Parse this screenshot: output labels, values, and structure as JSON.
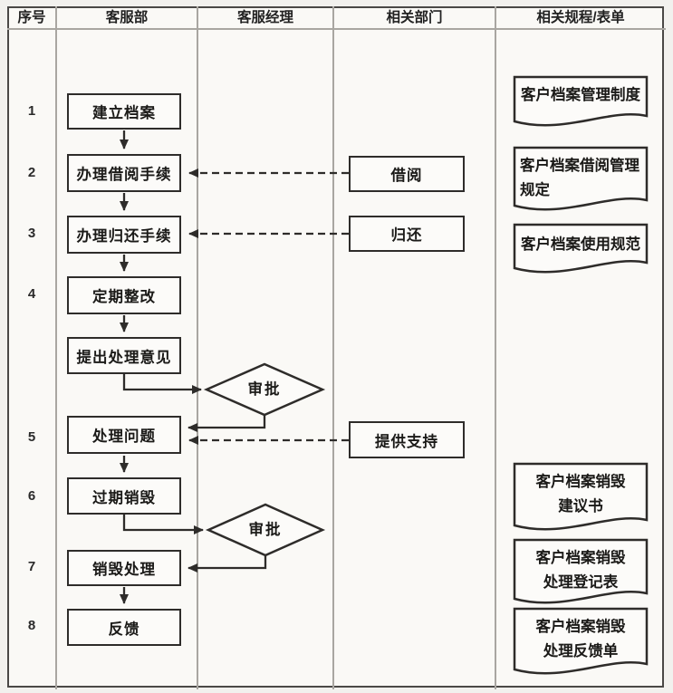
{
  "header": {
    "columns": [
      "序号",
      "客服部",
      "客服经理",
      "相关部门",
      "相关规程/表单"
    ]
  },
  "row_numbers": [
    "1",
    "2",
    "3",
    "4",
    "5",
    "6",
    "7",
    "8"
  ],
  "process": {
    "create_archive": "建立档案",
    "borrow_procedure": "办理借阅手续",
    "return_procedure": "办理归还手续",
    "periodic_rectify": "定期整改",
    "propose_opinion": "提出处理意见",
    "handle_problem": "处理问题",
    "expire_destroy": "过期销毁",
    "destroy_handle": "销毁处理",
    "feedback": "反馈"
  },
  "decisions": {
    "approve_1": "审批",
    "approve_2": "审批"
  },
  "related_dept": {
    "borrow": "借阅",
    "return": "归还",
    "support": "提供支持"
  },
  "documents": [
    {
      "lines": [
        "客户档案管理制度"
      ]
    },
    {
      "lines": [
        "客户档案借阅管理",
        "规定"
      ]
    },
    {
      "lines": [
        "客户档案使用规范"
      ]
    },
    {
      "lines": [
        "客户档案销毁",
        "建议书"
      ]
    },
    {
      "lines": [
        "客户档案销毁",
        "处理登记表"
      ]
    },
    {
      "lines": [
        "客户档案销毁",
        "处理反馈单"
      ]
    }
  ],
  "colors": {
    "flow_line": "#2e2c2a",
    "grid_line": "#a9a6a1",
    "frame_border": "#4a4846",
    "page_bg": "#f2f1ee",
    "box_bg": "#fcfbf9"
  }
}
